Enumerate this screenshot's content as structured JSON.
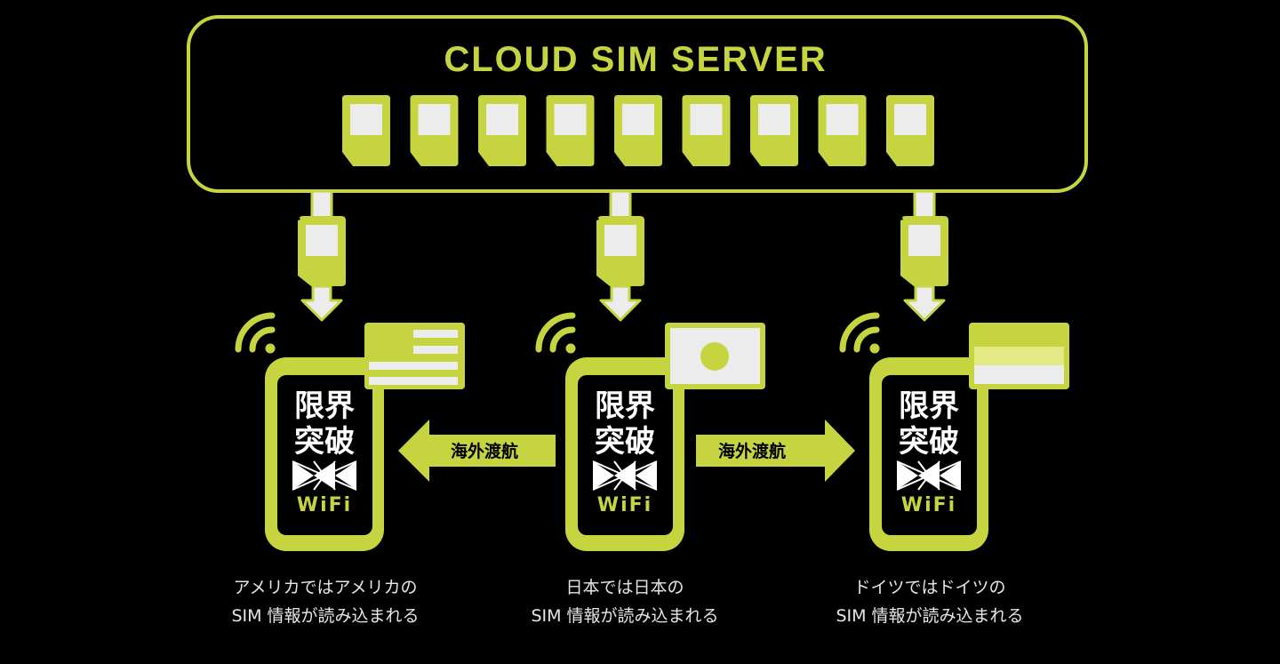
{
  "colors": {
    "accent": "#c6d53f",
    "accent_light": "#e3ea85",
    "sim_chip": "#ececec",
    "background": "#000000",
    "caption_text": "#e6e6e6"
  },
  "server": {
    "title": "CLOUD SIM SERVER",
    "sim_card_count": 9
  },
  "devices": [
    {
      "id": "usa",
      "flag": "usa-flag-icon",
      "logo_line1": "限界",
      "logo_line2": "突破",
      "logo_wifi": "WiFi",
      "caption_line1": "アメリカではアメリカの",
      "caption_line2": "SIM 情報が読み込まれる"
    },
    {
      "id": "japan",
      "flag": "japan-flag-icon",
      "logo_line1": "限界",
      "logo_line2": "突破",
      "logo_wifi": "WiFi",
      "caption_line1": "日本では日本の",
      "caption_line2": "SIM 情報が読み込まれる"
    },
    {
      "id": "germany",
      "flag": "germany-flag-icon",
      "logo_line1": "限界",
      "logo_line2": "突破",
      "logo_wifi": "WiFi",
      "caption_line1": "ドイツではドイツの",
      "caption_line2": "SIM 情報が読み込まれる"
    }
  ],
  "travel_arrows": [
    {
      "direction": "left",
      "label": "海外渡航"
    },
    {
      "direction": "right",
      "label": "海外渡航"
    }
  ]
}
